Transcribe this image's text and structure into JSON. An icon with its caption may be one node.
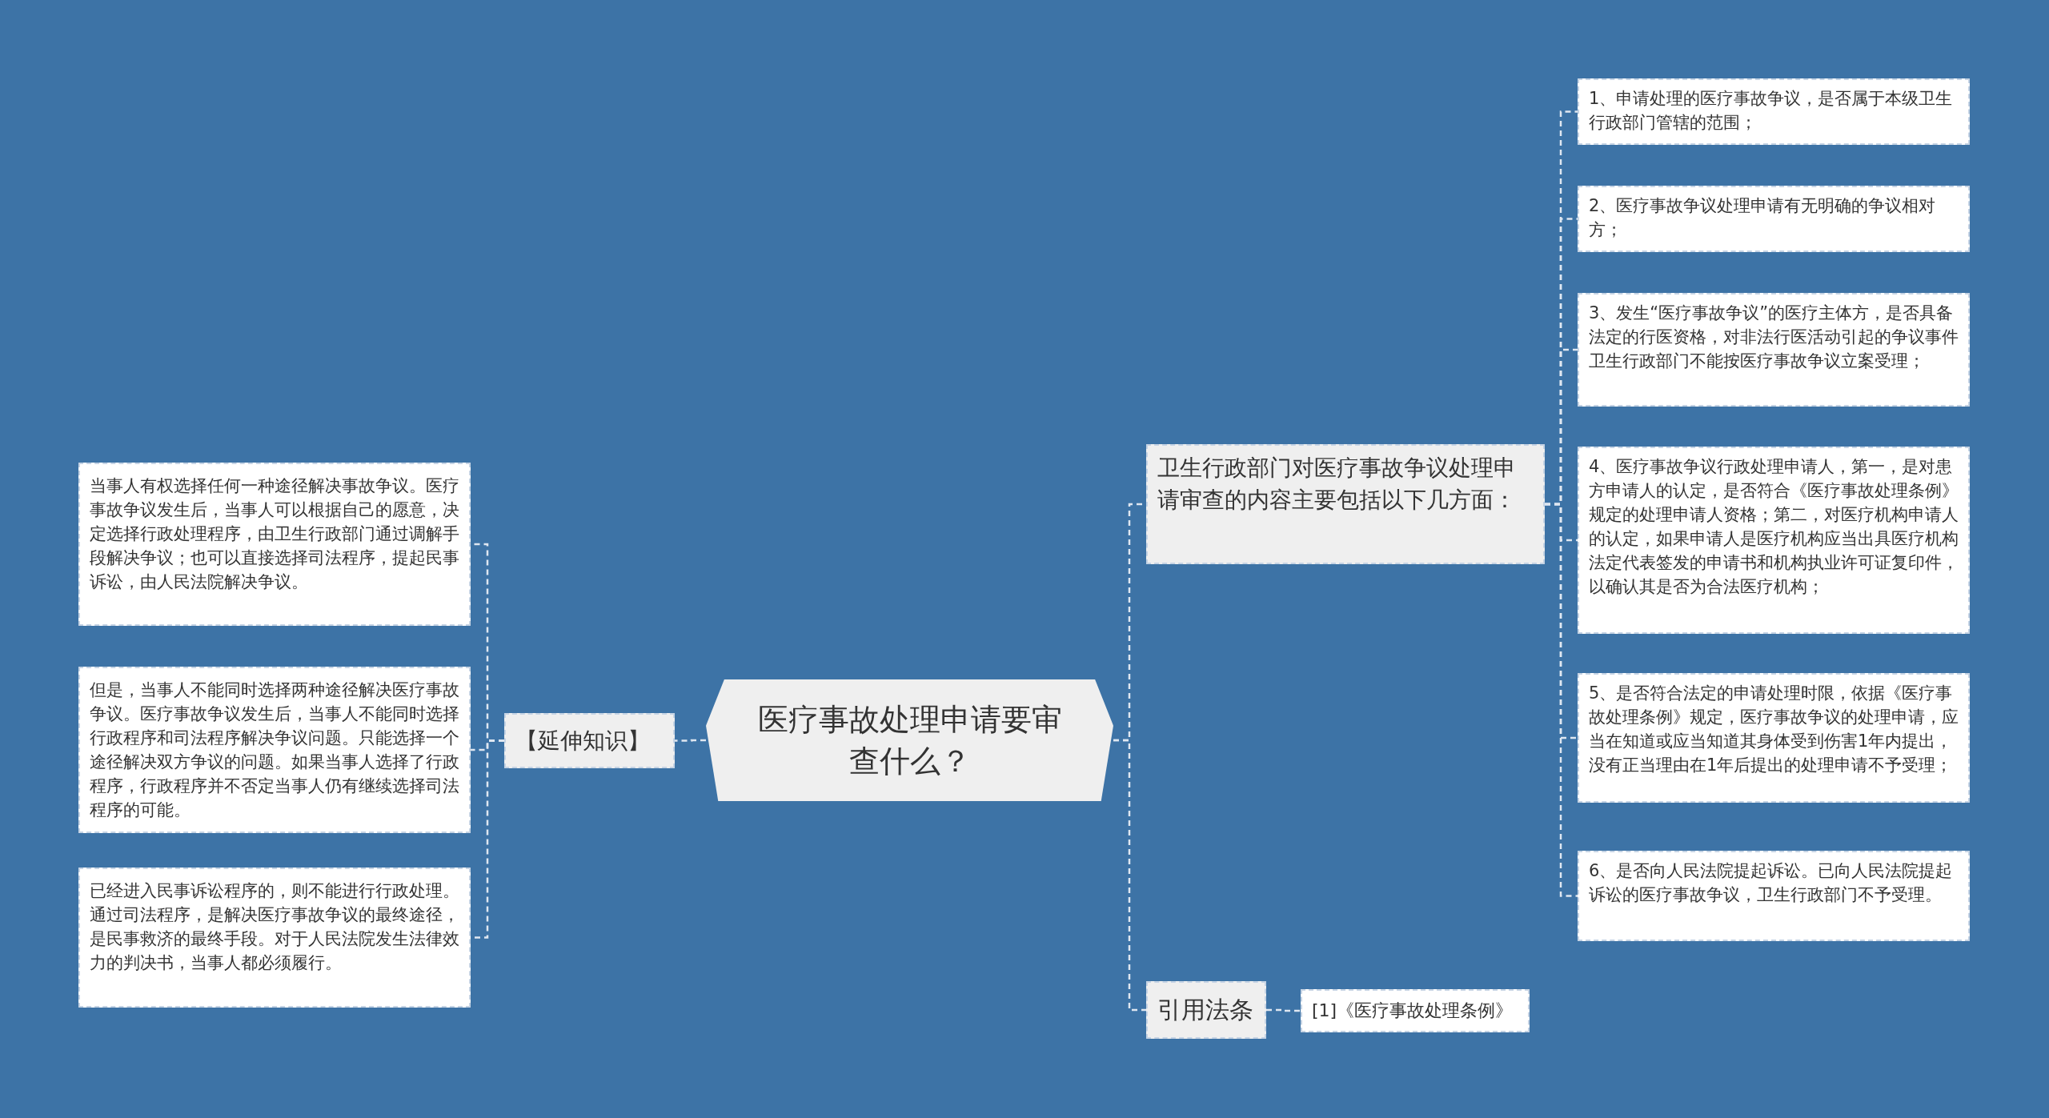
{
  "diagram": {
    "nodes": [
      {
        "text": [
          "医疗事故处理申请要审查什么？"
        ]
      },
      {
        "text": [
          "【延伸知识】"
        ]
      },
      {
        "text": [
          "当事人有权选择任何一种途径解决事故争议。医疗事故争议发生后，当事人可以根据自己的愿意，决定选择行政处理程序，由卫生行政部门通过调解手段解决争议；也可以直接选择司法程序，提起民事诉讼，由人民法院解决争议。"
        ]
      },
      {
        "text": [
          "但是，当事人不能同时选择两种途径解决医疗事故争议。医疗事故争议发生后，当事人不能同时选择行政程序和司法程序解决争议问题。只能选择一个途径解决双方争议的问题。如果当事人选择了行政程序，行政程序并不否定当事人仍有继续选择司法程序的可能。"
        ]
      },
      {
        "text": [
          "已经进入民事诉讼程序的，则不能进行行政处理。通过司法程序，是解决医疗事故争议的最终途径，是民事救济的最终手段。对于人民法院发生法律效力的判决书，当事人都必须履行。"
        ]
      },
      {
        "text": [
          "卫生行政部门对医疗事故争议处理申请审查的内容主要包括以下几方面："
        ]
      },
      {
        "text": [
          "1、申请处理的医疗事故争议，是否属于本级卫生行政部门管辖的范围；"
        ]
      },
      {
        "text": [
          "2、医疗事故争议处理申请有无明确的争议相对方；"
        ]
      },
      {
        "text": [
          "3、发生“医疗事故争议”的医疗主体方，是否具备法定的行医资格，对非法行医活动引起的争议事件卫生行政部门不能按医疗事故争议立案受理；"
        ]
      },
      {
        "text": [
          "4、医疗事故争议行政处理申请人，第一，是对患方申请人的认定，是否符合《医疗事故处理条例》规定的处理申请人资格；第二，对医疗机构申请人的认定，如果申请人是医疗机构应当出具医疗机构法定代表签发的申请书和机构执业许可证复印件，以确认其是否为合法医疗机构；"
        ]
      },
      {
        "text": [
          "5、是否符合法定的申请处理时限，依据《医疗事故处理条例》规定，医疗事故争议的处理申请，应当在知道或应当知道其身体受到伤害1年内提出，没有正当理由在1年后提出的处理申请不予受理；"
        ]
      },
      {
        "text": [
          "6、是否向人民法院提起诉讼。已向人民法院提起诉讼的医疗事故争议，卫生行政部门不予受理。"
        ]
      },
      {
        "text": [
          "引用法条"
        ]
      },
      {
        "text": [
          "[1]《医疗事故处理条例》"
        ]
      }
    ],
    "edges": [
      {
        "from": 0,
        "to": 1,
        "arrow": "none"
      },
      {
        "from": 1,
        "to": 2,
        "arrow": "none"
      },
      {
        "from": 1,
        "to": 3,
        "arrow": "none"
      },
      {
        "from": 1,
        "to": 4,
        "arrow": "none"
      },
      {
        "from": 0,
        "to": 5,
        "arrow": "none"
      },
      {
        "from": 5,
        "to": 6,
        "arrow": "none"
      },
      {
        "from": 5,
        "to": 7,
        "arrow": "none"
      },
      {
        "from": 5,
        "to": 8,
        "arrow": "none"
      },
      {
        "from": 5,
        "to": 9,
        "arrow": "none"
      },
      {
        "from": 5,
        "to": 10,
        "arrow": "none"
      },
      {
        "from": 5,
        "to": 11,
        "arrow": "none"
      },
      {
        "from": 0,
        "to": 12,
        "arrow": "none"
      },
      {
        "from": 12,
        "to": 13,
        "arrow": "none"
      }
    ]
  }
}
